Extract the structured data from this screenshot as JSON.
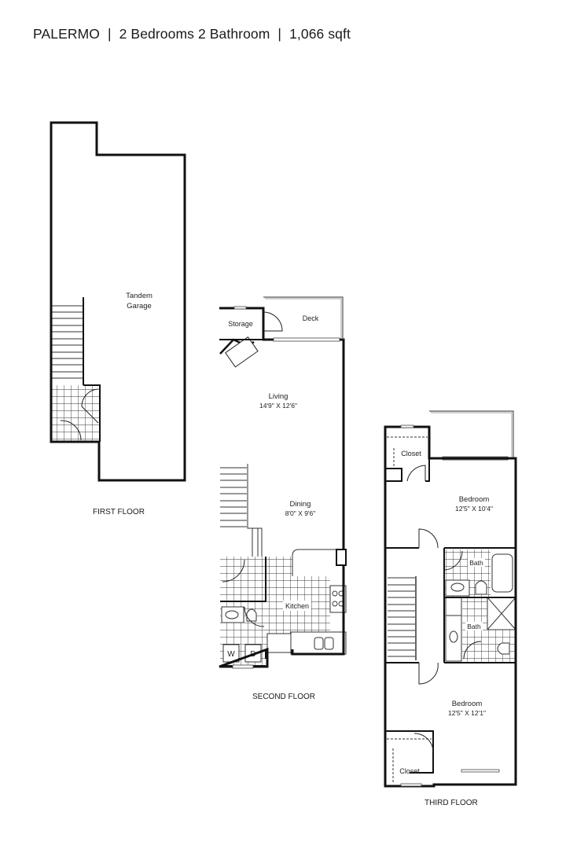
{
  "header": {
    "model_name": "PALERMO",
    "bedrooms": "2 Bedrooms 2 Bathroom",
    "area": "1,066 sqft",
    "separator": "|"
  },
  "floors": [
    {
      "name": "FIRST FLOOR",
      "rooms": [
        {
          "name": "Tandem",
          "line2": "Garage"
        }
      ]
    },
    {
      "name": "SECOND FLOOR",
      "rooms": [
        {
          "name": "Storage"
        },
        {
          "name": "Deck"
        },
        {
          "name": "Living",
          "dimensions": "14'9\" X 12'6\""
        },
        {
          "name": "Dining",
          "dimensions": "8'0\" X 9'6\""
        },
        {
          "name": "Kitchen"
        },
        {
          "name": "W"
        },
        {
          "name": "D"
        }
      ]
    },
    {
      "name": "THIRD FLOOR",
      "rooms": [
        {
          "name": "Closet"
        },
        {
          "name": "Bedroom",
          "dimensions": "12'5\" X 10'4\""
        },
        {
          "name": "Bath"
        },
        {
          "name": "Bath"
        },
        {
          "name": "Bedroom",
          "dimensions": "12'5\" X 12'1\""
        },
        {
          "name": "Closet"
        }
      ]
    }
  ],
  "colors": {
    "wall": "#111111",
    "background": "#ffffff",
    "tile": "#333333"
  }
}
